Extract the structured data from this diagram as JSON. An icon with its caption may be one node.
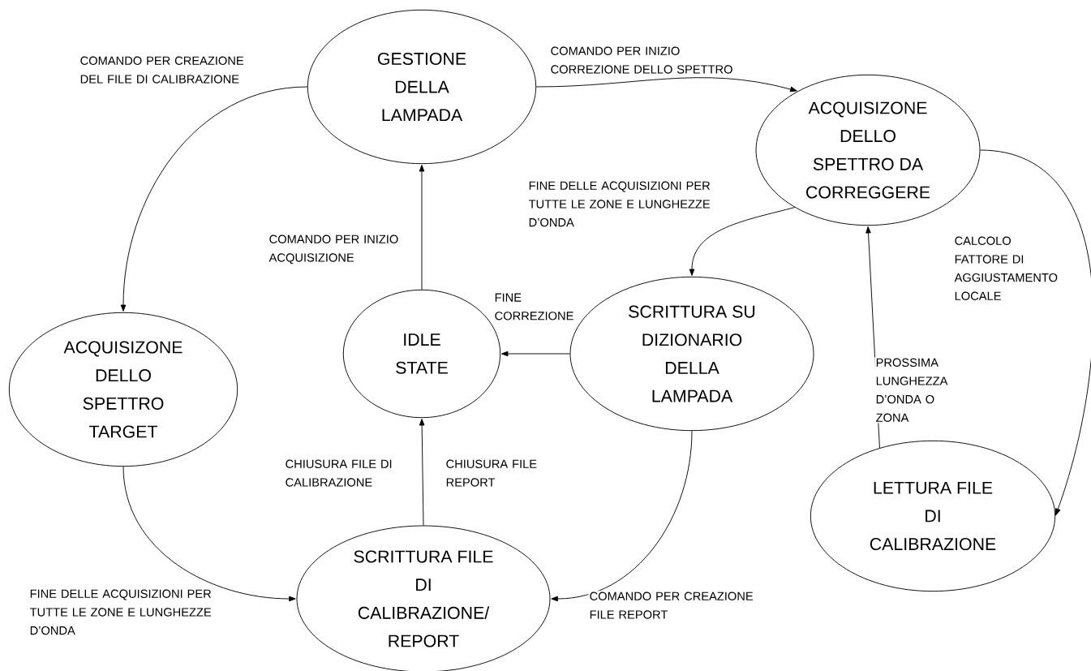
{
  "diagram": {
    "nodes": [
      {
        "text": [
          "GESTIONE DELLA LAMPADA"
        ]
      },
      {
        "text": [
          "ACQUISIZONE DELLO SPETTRO DA CORREGGERE"
        ]
      },
      {
        "text": [
          "IDLE STATE"
        ]
      },
      {
        "text": [
          "SCRITTURA SU DIZIONARIO DELLA LAMPADA"
        ]
      },
      {
        "text": [
          "ACQUISIZONE DELLO SPETTRO TARGET"
        ]
      },
      {
        "text": [
          "SCRITTURA FILE DI CALIBRAZIONE/ REPORT"
        ]
      },
      {
        "text": [
          "LETTURA FILE DI CALIBRAZIONE"
        ]
      }
    ],
    "edges": [
      {
        "from": 0,
        "to": 4,
        "arrow": "to",
        "label": "COMANDO PER CREAZIONE DEL FILE DI CALIBRAZIONE"
      },
      {
        "from": 0,
        "to": 1,
        "arrow": "to",
        "label": "COMANDO PER INIZIO CORREZIONE DELLO SPETTRO"
      },
      {
        "from": 2,
        "to": 0,
        "arrow": "to",
        "label": "COMANDO PER INIZIO ACQUISIZIONE"
      },
      {
        "from": 1,
        "to": 3,
        "arrow": "to",
        "label": "FINE DELLE ACQUISIZIONI PER TUTTE LE ZONE E LUNGHEZZE D’ONDA"
      },
      {
        "from": 3,
        "to": 2,
        "arrow": "to",
        "label": "FINE CORREZIONE"
      },
      {
        "from": 1,
        "to": 6,
        "arrow": "to",
        "label": "CALCOLO FATTORE DI AGGIUSTAMENTO LOCALE"
      },
      {
        "from": 6,
        "to": 1,
        "arrow": "to",
        "label": "PROSSIMA LUNGHEZZA D’ONDA O ZONA"
      },
      {
        "from": 4,
        "to": 5,
        "arrow": "to",
        "label": "FINE DELLE ACQUISIZIONI PER TUTTE LE ZONE E LUNGHEZZE D’ONDA"
      },
      {
        "from": 5,
        "to": 2,
        "arrow": "to",
        "label": "CHIUSURA FILE DI CALIBRAZIONE"
      },
      {
        "from": 3,
        "to": 5,
        "arrow": "to",
        "label": "COMANDO PER CREAZIONE FILE REPORT"
      }
    ],
    "labels": [
      "CHIUSURA FILE REPORT"
    ]
  }
}
